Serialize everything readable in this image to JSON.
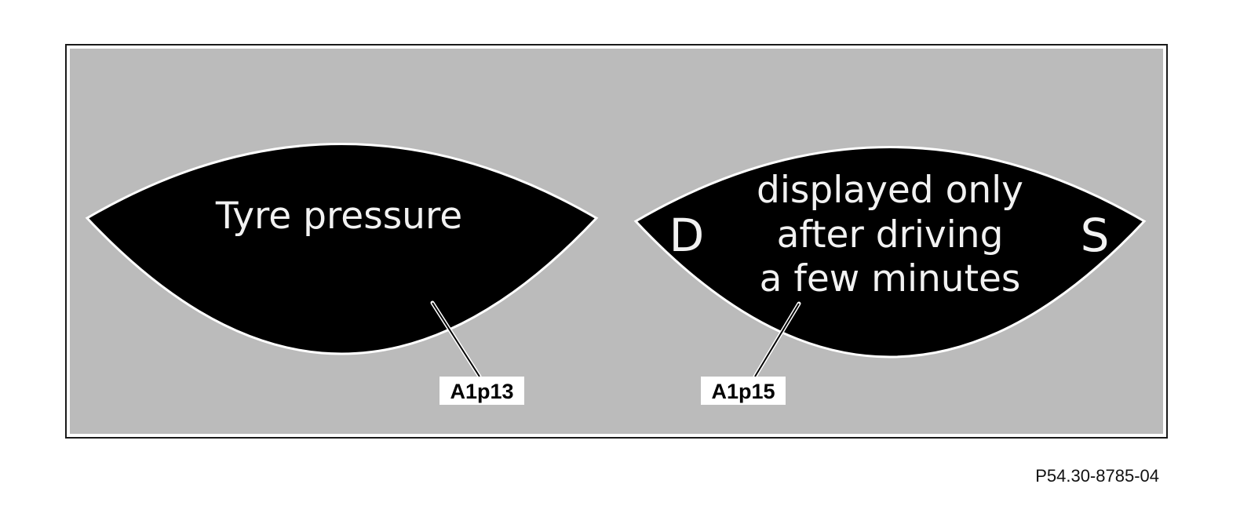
{
  "displays": [
    {
      "id": "A1p13",
      "lines": [
        "Tyre pressure"
      ],
      "left_letter": "",
      "right_letter": "",
      "callout": "A1p13"
    },
    {
      "id": "A1p15",
      "lines": [
        "displayed only",
        "after driving",
        "a few minutes"
      ],
      "left_letter": "D",
      "right_letter": "S",
      "callout": "A1p15"
    }
  ],
  "figure_ref": "P54.30-8785-04",
  "colors": {
    "panel_background": "#bbbbbb",
    "display_fill": "#000000",
    "display_text": "#f2f2f2",
    "frame_border": "#1a1a1a",
    "label_background": "#ffffff"
  }
}
